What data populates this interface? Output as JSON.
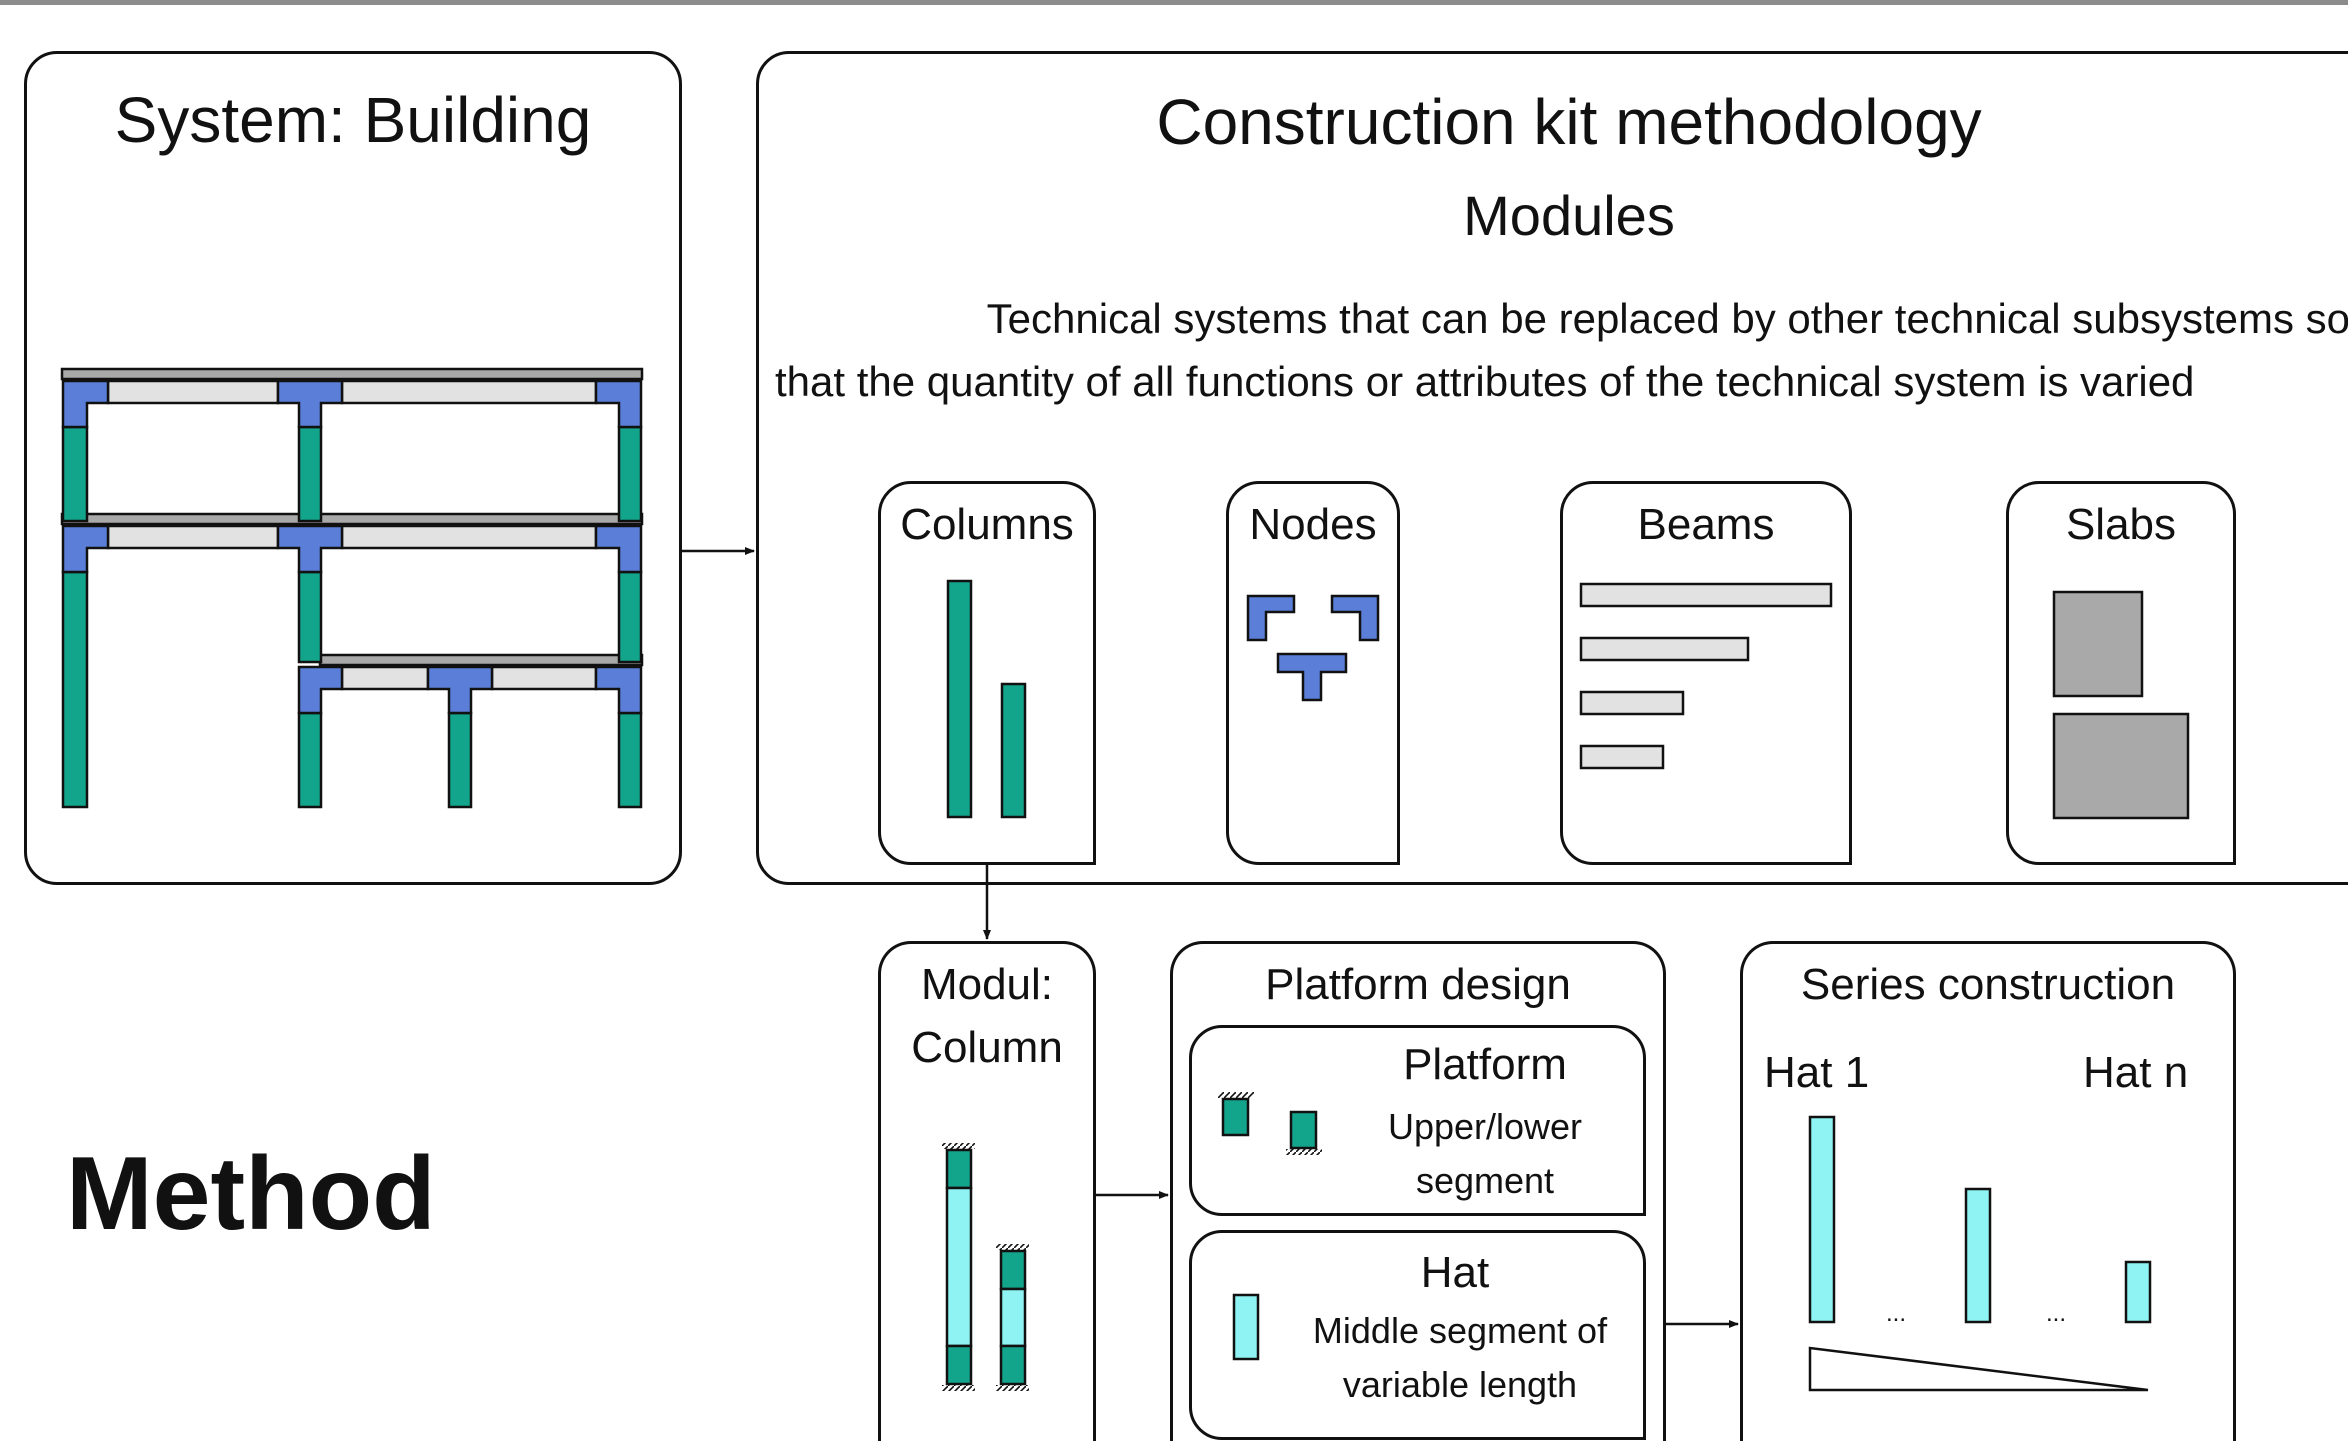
{
  "colors": {
    "column": "#13a58c",
    "node": "#5b7fd9",
    "beam": "#e2e2e2",
    "slab": "#a9a9a9",
    "hat": "#8ff3f3",
    "outline": "#111111",
    "rule": "#8c8c8c"
  },
  "system_panel": {
    "title": "System: Building"
  },
  "method_label": "Method",
  "kit_panel": {
    "title": "Construction kit methodology",
    "subtitle": "Modules",
    "description_line1": "Technical systems that can be replaced by other technical subsystems so",
    "description_line2": "that the quantity of all functions or attributes of the technical system is varied",
    "modules": [
      {
        "label": "Columns"
      },
      {
        "label": "Nodes"
      },
      {
        "label": "Beams"
      },
      {
        "label": "Slabs"
      }
    ]
  },
  "modul_column": {
    "line1": "Modul:",
    "line2": "Column"
  },
  "platform_design": {
    "title": "Platform design",
    "platform": {
      "title": "Platform",
      "desc_line1": "Upper/lower",
      "desc_line2": "segment"
    },
    "hat": {
      "title": "Hat",
      "desc_line1": "Middle segment of",
      "desc_line2": "variable length"
    }
  },
  "series_construction": {
    "title": "Series construction",
    "first_label": "Hat 1",
    "last_label": "Hat n",
    "ellipsis": "..."
  }
}
